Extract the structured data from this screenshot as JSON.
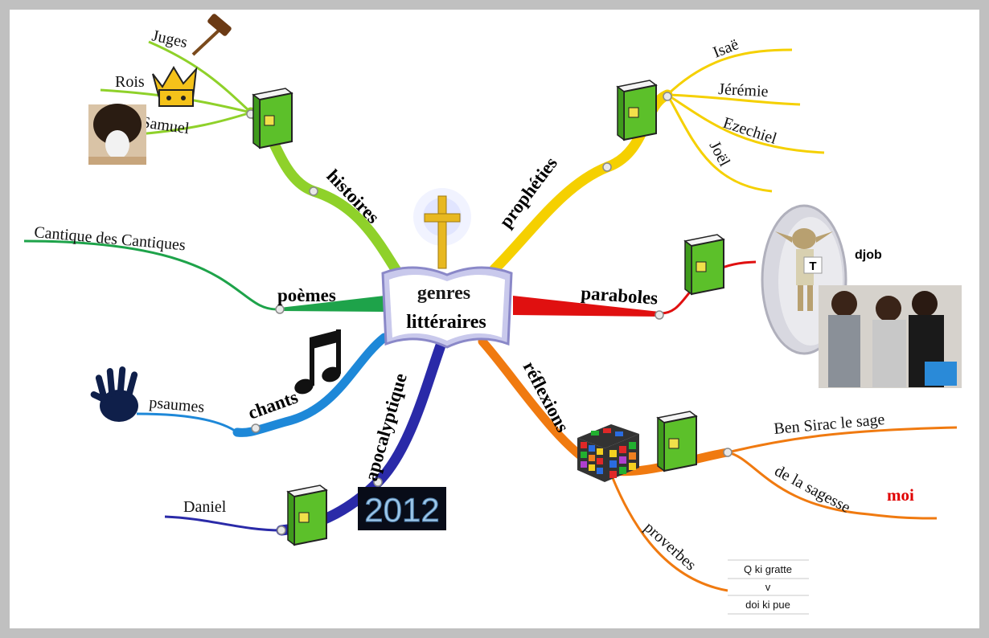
{
  "center": {
    "line1": "genres",
    "line2": "littéraires"
  },
  "branches": {
    "histoires": "histoires",
    "propheties": "prophéties",
    "poemes": "poèmes",
    "paraboles": "paraboles",
    "chants": "chants",
    "reflexions": "réflexions",
    "apocalyptique": "apocalyptique"
  },
  "leaves": {
    "juges": "Juges",
    "rois": "Rois",
    "samuel": "Samuel",
    "isae": "Isaë",
    "jeremie": "Jérémie",
    "ezechiel": "Ezechiel",
    "joel": "Joël",
    "cantique": "Cantique des Cantiques",
    "psaumes": "psaumes",
    "daniel": "Daniel",
    "ben_sirac": "Ben Sirac le sage",
    "sagesse": "de la sagesse",
    "proverbes": "proverbes"
  },
  "annotations": {
    "djob": "djob",
    "t_badge": "T",
    "moi": "moi",
    "year": "2012",
    "table_rows": [
      "Q ki gratte",
      "v",
      "doi ki pue"
    ]
  },
  "colors": {
    "histoires": "#8fd12a",
    "propheties": "#f5d000",
    "poemes": "#1ea34a",
    "paraboles": "#e01010",
    "chants": "#1e88d8",
    "reflexions": "#f07a10",
    "apocalyptique": "#2a2aa8",
    "moi": "#e00000",
    "book_green": "#5cc02a"
  },
  "icons": [
    "cross-icon",
    "open-bible-icon",
    "book-icon",
    "gavel-icon",
    "crown-icon",
    "music-note-icon",
    "hand-print-icon",
    "rubiks-cube-icon",
    "avatar-photo",
    "group-photo",
    "dobby-figure"
  ]
}
